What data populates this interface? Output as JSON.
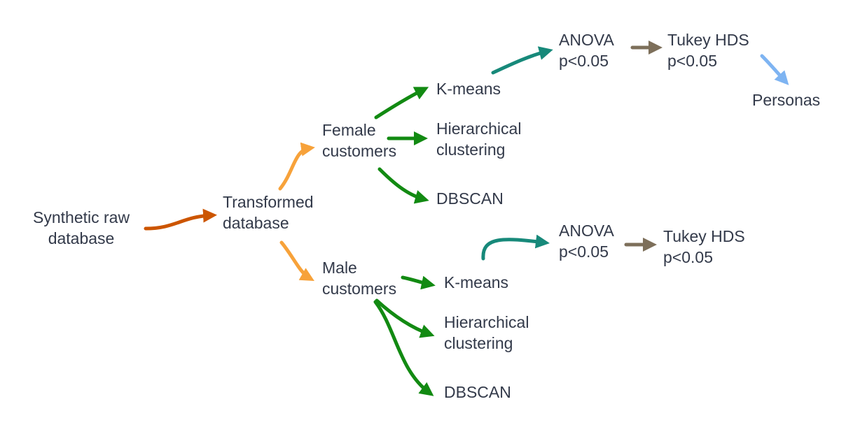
{
  "colors": {
    "text": "#333a4a",
    "raw_to_transformed": "#cc5500",
    "split": "#f7a23a",
    "methods": "#128a12",
    "to_anova": "#17897a",
    "to_tukey": "#7d6f5a",
    "to_personas": "#7eb4f2"
  },
  "nodes": {
    "raw": {
      "line1": "Synthetic raw",
      "line2": "database"
    },
    "transformed": {
      "line1": "Transformed",
      "line2": "database"
    },
    "female": {
      "line1": "Female",
      "line2": "customers"
    },
    "male": {
      "line1": "Male",
      "line2": "customers"
    },
    "f_kmeans": {
      "line1": "K-means"
    },
    "f_hier": {
      "line1": "Hierarchical",
      "line2": "clustering"
    },
    "f_dbscan": {
      "line1": "DBSCAN"
    },
    "m_kmeans": {
      "line1": "K-means"
    },
    "m_hier": {
      "line1": "Hierarchical",
      "line2": "clustering"
    },
    "m_dbscan": {
      "line1": "DBSCAN"
    },
    "f_anova": {
      "line1": "ANOVA",
      "line2": "p<0.05"
    },
    "f_tukey": {
      "line1": "Tukey HDS",
      "line2": "p<0.05"
    },
    "m_anova": {
      "line1": "ANOVA",
      "line2": "p<0.05"
    },
    "m_tukey": {
      "line1": "Tukey HDS",
      "line2": "p<0.05"
    },
    "personas": {
      "line1": "Personas"
    }
  }
}
